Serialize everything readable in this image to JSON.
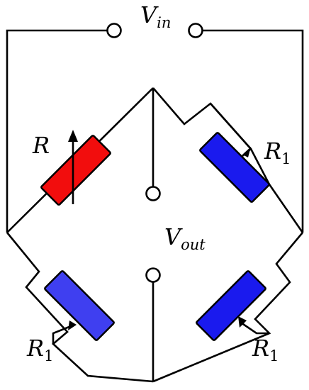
{
  "labels": {
    "vin": {
      "main": "V",
      "sub": "in"
    },
    "vout": {
      "main": "V",
      "sub": "out"
    },
    "r_variable": "R",
    "r1_top_right": {
      "main": "R",
      "sub": "1"
    },
    "r1_bottom_left": {
      "main": "R",
      "sub": "1"
    },
    "r1_bottom_right": {
      "main": "R",
      "sub": "1"
    }
  },
  "colors": {
    "variable_resistor": "#f20d0d",
    "fixed_resistor": "#1a1aee",
    "wire": "#000000"
  }
}
